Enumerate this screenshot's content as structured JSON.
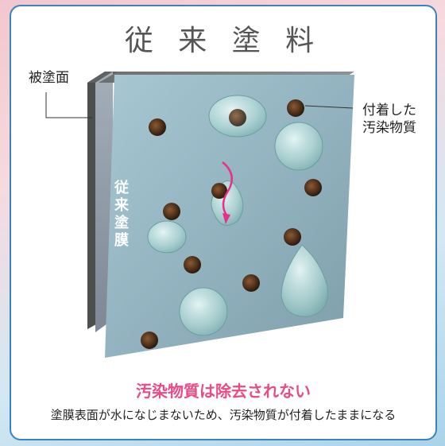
{
  "title": "従 来 塗 料",
  "labels": {
    "substrate": "被塗面",
    "contaminant_line1": "付着した",
    "contaminant_line2": "汚染物質",
    "coating_vertical": [
      "従",
      "来",
      "塗",
      "膜"
    ]
  },
  "headline": "汚染物質は除去されない",
  "caption": "塗膜表面が水になじまないため、汚染物質が付着したままになる",
  "colors": {
    "frame": "#3a83bf",
    "headline": "#e84b85",
    "arrow": "#e8308a",
    "coating": "#9aa4b2",
    "substrate": "#4d4f4e",
    "dirt": "#4a2b18"
  }
}
